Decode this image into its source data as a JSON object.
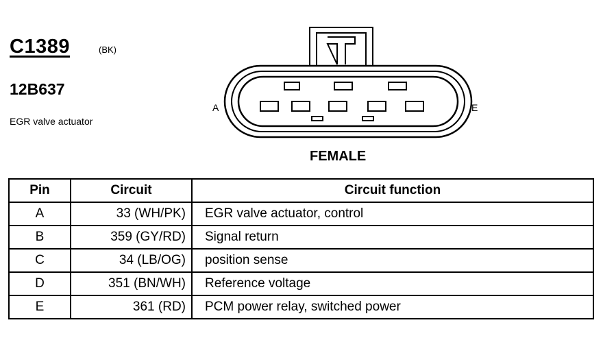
{
  "connector": {
    "id": "C1389",
    "color_code": "(BK)",
    "part_number": "12B637",
    "description": "EGR valve actuator"
  },
  "diagram": {
    "left_label": "A",
    "right_label": "E",
    "gender": "FEMALE"
  },
  "table": {
    "headers": {
      "pin": "Pin",
      "circuit": "Circuit",
      "function": "Circuit function"
    },
    "rows": [
      {
        "pin": "A",
        "circuit": "33 (WH/PK)",
        "function": "EGR valve actuator, control"
      },
      {
        "pin": "B",
        "circuit": "359 (GY/RD)",
        "function": "Signal return"
      },
      {
        "pin": "C",
        "circuit": "34 (LB/OG)",
        "function": "position sense"
      },
      {
        "pin": "D",
        "circuit": "351 (BN/WH)",
        "function": "Reference voltage"
      },
      {
        "pin": "E",
        "circuit": "361 (RD)",
        "function": "PCM power relay, switched power"
      }
    ]
  }
}
